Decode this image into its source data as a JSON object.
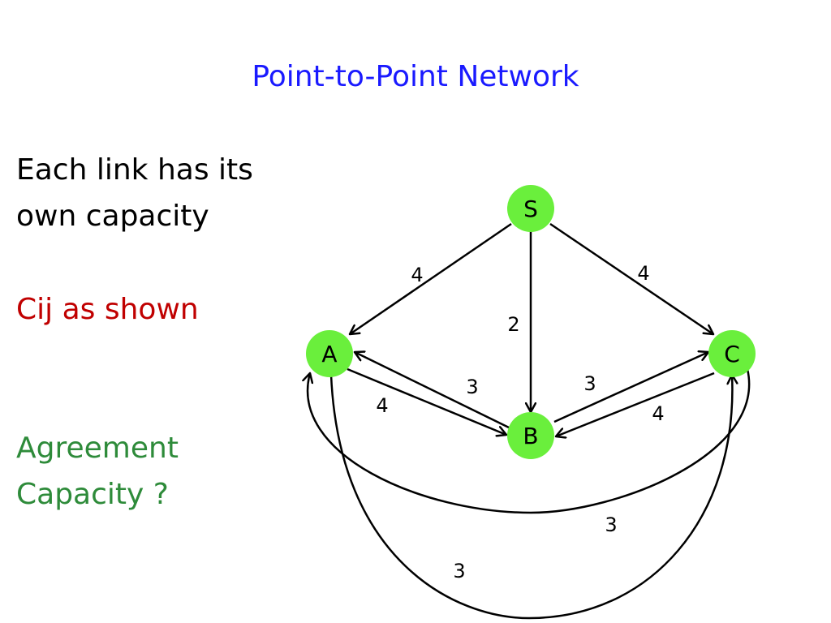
{
  "slide": {
    "title": "Point-to-Point Network",
    "description_lines": [
      "Each link has its",
      "own capacity"
    ],
    "cij_text": "Cij as shown",
    "question_lines": [
      "Agreement",
      "Capacity ?"
    ]
  },
  "colors": {
    "title": "#1a1aff",
    "description": "#000000",
    "cij": "#c00000",
    "question": "#2e8b3a",
    "node_fill": "#6aef3c",
    "edge": "#000000"
  },
  "diagram": {
    "nodes": [
      {
        "id": "S",
        "label": "S"
      },
      {
        "id": "A",
        "label": "A"
      },
      {
        "id": "B",
        "label": "B"
      },
      {
        "id": "C",
        "label": "C"
      }
    ],
    "edges": [
      {
        "from": "S",
        "to": "A",
        "capacity": "4"
      },
      {
        "from": "S",
        "to": "C",
        "capacity": "4"
      },
      {
        "from": "S",
        "to": "B",
        "capacity": "2"
      },
      {
        "from": "B",
        "to": "A",
        "capacity": "3"
      },
      {
        "from": "A",
        "to": "B",
        "capacity": "4"
      },
      {
        "from": "B",
        "to": "C",
        "capacity": "3"
      },
      {
        "from": "C",
        "to": "B",
        "capacity": "4"
      },
      {
        "from": "C",
        "to": "A",
        "capacity": "3"
      },
      {
        "from": "A",
        "to": "C",
        "capacity": "3"
      }
    ]
  }
}
